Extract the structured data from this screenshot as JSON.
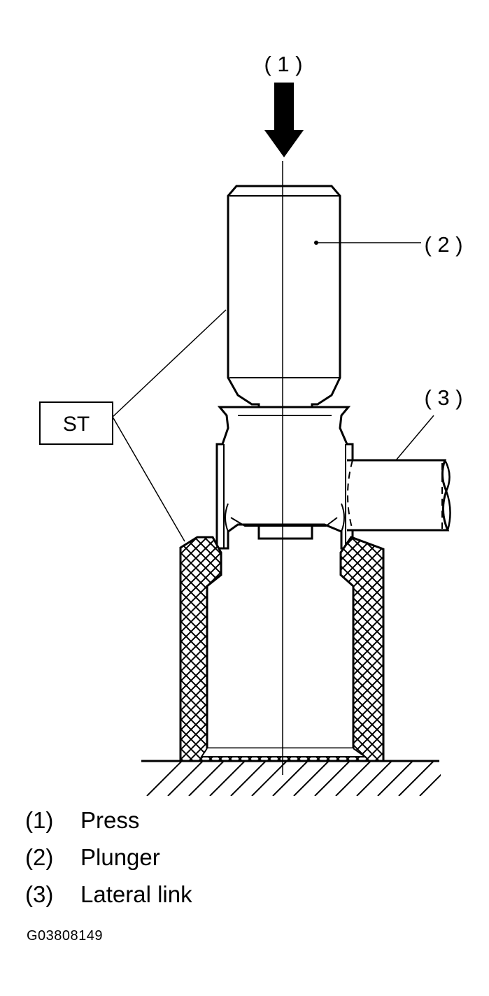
{
  "callouts": {
    "press": "( 1 )",
    "plunger": "( 2 )",
    "lateral_link": "( 3 )",
    "st": "ST"
  },
  "legend": [
    {
      "number": "(1)",
      "label": "Press"
    },
    {
      "number": "(2)",
      "label": "Plunger"
    },
    {
      "number": "(3)",
      "label": "Lateral link"
    }
  ],
  "figure_code": "G03808149"
}
